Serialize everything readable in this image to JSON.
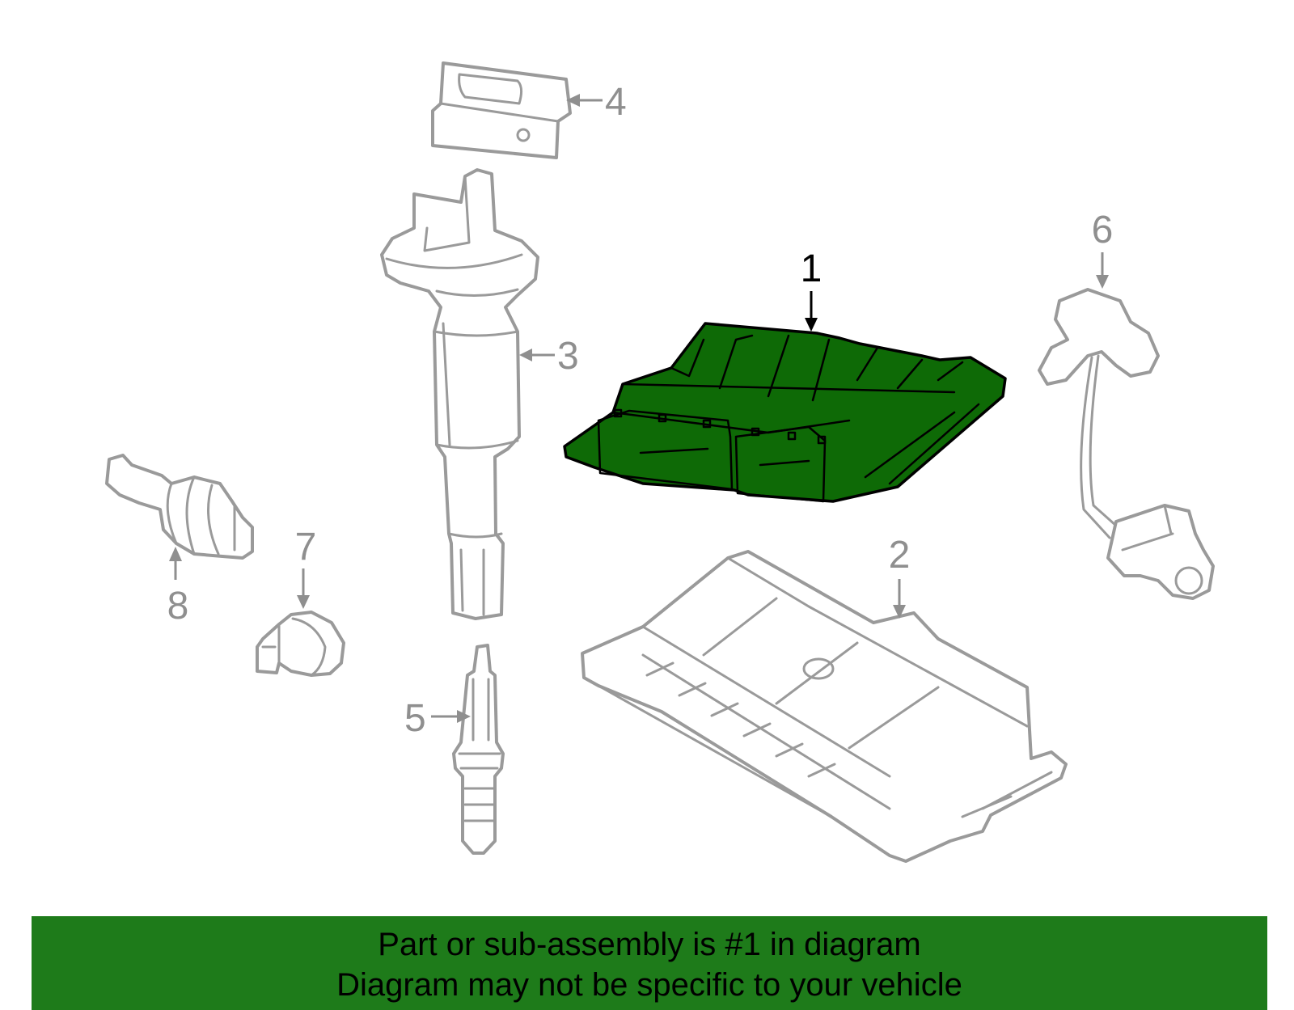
{
  "colors": {
    "highlight_fill": "#0e6a06",
    "banner_background": "#1e7b1a",
    "part_outline": "#9a9a9a"
  },
  "callouts": {
    "c1": "1",
    "c2": "2",
    "c3": "3",
    "c4": "4",
    "c5": "5",
    "c6": "6",
    "c7": "7",
    "c8": "8"
  },
  "parts": [
    {
      "number": "1",
      "icon": "engine-control-module-icon",
      "highlighted": true
    },
    {
      "number": "2",
      "icon": "module-bracket-icon",
      "highlighted": false
    },
    {
      "number": "3",
      "icon": "ignition-coil-icon",
      "highlighted": false
    },
    {
      "number": "4",
      "icon": "coil-cover-icon",
      "highlighted": false
    },
    {
      "number": "5",
      "icon": "spark-plug-icon",
      "highlighted": false
    },
    {
      "number": "6",
      "icon": "camshaft-sensor-icon",
      "highlighted": false
    },
    {
      "number": "7",
      "icon": "knock-sensor-icon",
      "highlighted": false
    },
    {
      "number": "8",
      "icon": "temperature-sensor-icon",
      "highlighted": false
    }
  ],
  "banner": {
    "line1": "Part or sub-assembly is #1 in diagram",
    "line2": "Diagram may not be specific to your vehicle"
  }
}
